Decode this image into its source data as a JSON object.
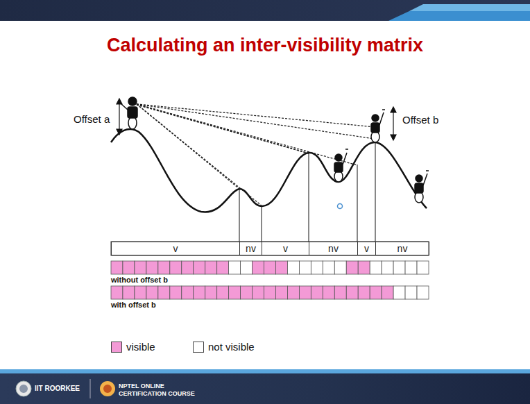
{
  "diagram": {
    "title": "Calculating an inter-visibility matrix",
    "nodes": [
      {
        "text": [
          "v"
        ]
      },
      {
        "text": [
          "nv"
        ]
      },
      {
        "text": [
          "v"
        ]
      },
      {
        "text": [
          "nv"
        ]
      },
      {
        "text": [
          "v"
        ]
      },
      {
        "text": [
          "nv"
        ]
      }
    ],
    "labels": [
      "Offset a",
      "Offset b",
      "without offset b",
      "with offset b",
      "IIT ROORKEE",
      "NPTEL ONLINE CERTIFICATION COURSE"
    ],
    "legend": [
      {
        "text": "visible",
        "color": "#f39ad6"
      },
      {
        "text": "not visible",
        "color": "#ffffff"
      }
    ]
  }
}
